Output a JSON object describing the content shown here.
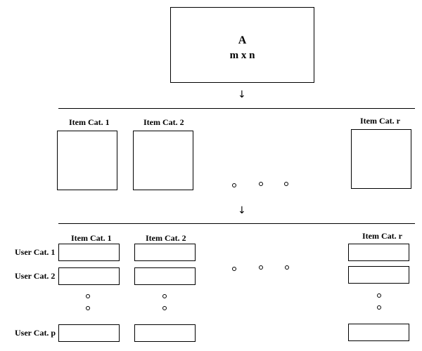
{
  "matrix": {
    "name": "A",
    "dims": "m x n"
  },
  "arrow_glyph": "↓",
  "item_categories": {
    "first": "Item Cat. 1",
    "second": "Item Cat. 2",
    "last": "Item Cat. r"
  },
  "user_categories": {
    "first": "User Cat. 1",
    "second": "User Cat. 2",
    "last": "User Cat. p"
  }
}
